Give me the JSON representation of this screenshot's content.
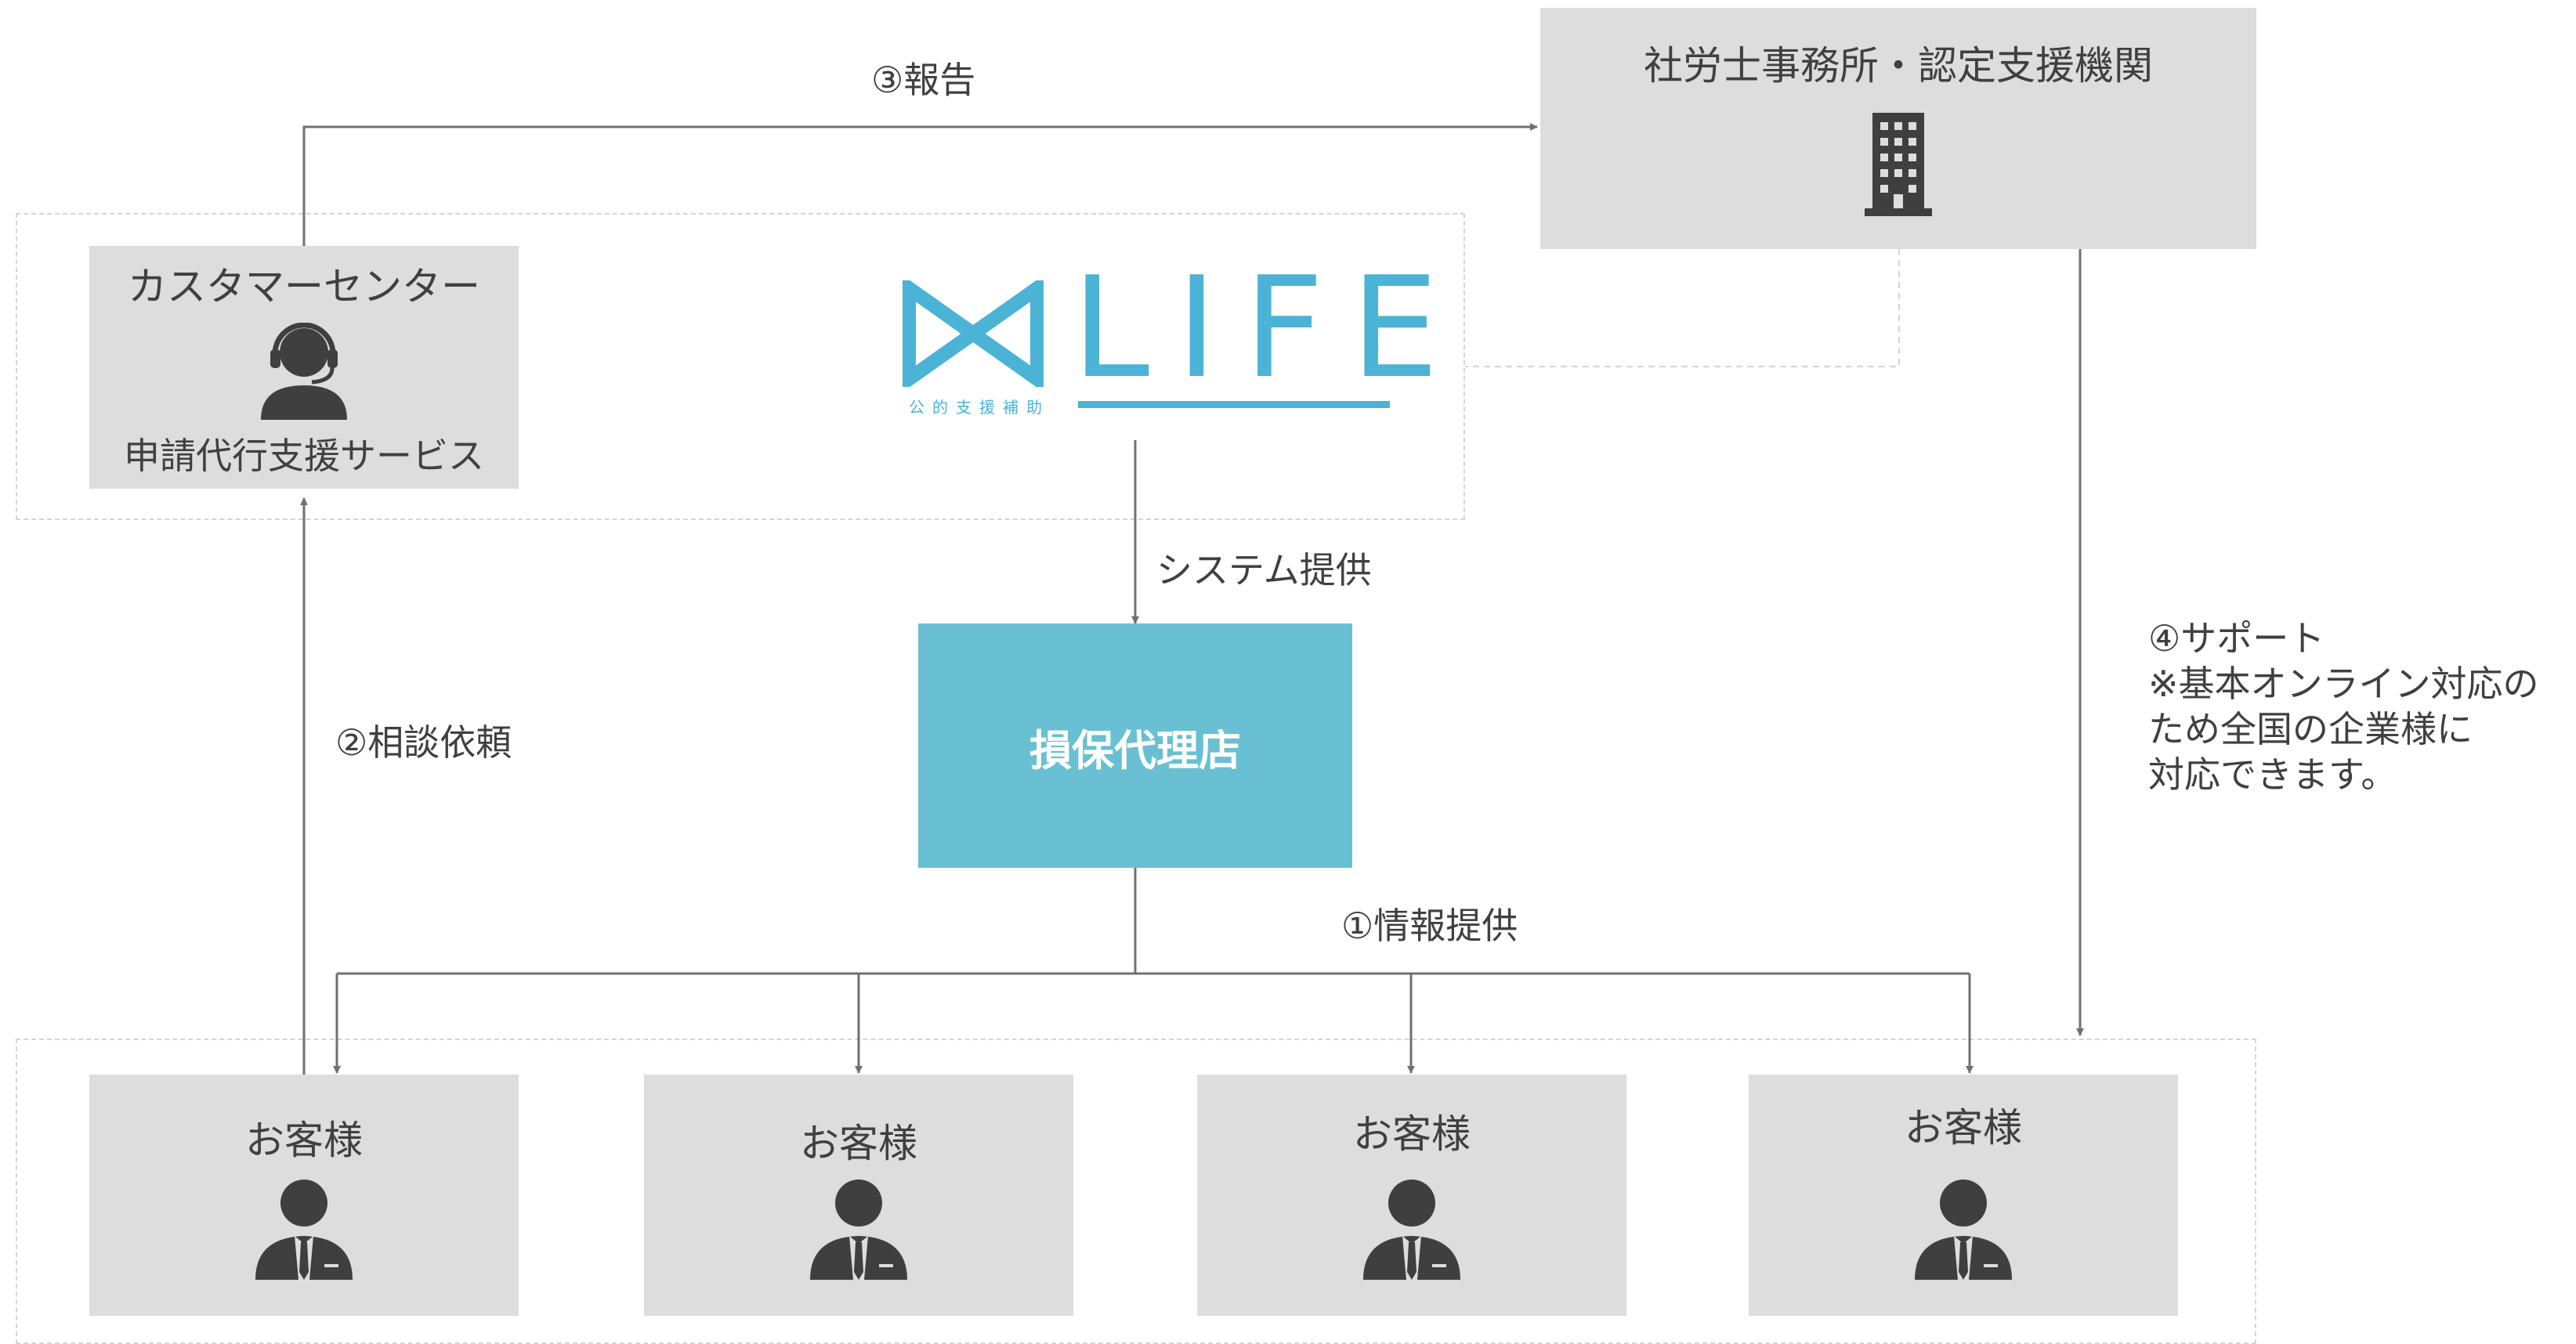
{
  "nodes": {
    "sharoushi": {
      "label": "社労士事務所・認定支援機関",
      "icon": "office-building-icon"
    },
    "customer_center": {
      "title": "カスタマーセンター",
      "subtitle": "申請代行支援サービス",
      "icon": "headset-operator-icon"
    },
    "logo": {
      "word": "LIFE",
      "tagline": "公的支援補助",
      "color": "#4bb3d6"
    },
    "agency": {
      "label": "損保代理店",
      "color": "#69c0d2"
    },
    "customers": [
      {
        "label": "お客様",
        "icon": "businessman-icon"
      },
      {
        "label": "お客様",
        "icon": "businessman-icon"
      },
      {
        "label": "お客様",
        "icon": "businessman-icon"
      },
      {
        "label": "お客様",
        "icon": "businessman-icon"
      }
    ]
  },
  "edges": {
    "report": "③報告",
    "consult": "②相談依頼",
    "system": "システム提供",
    "info": "①情報提供",
    "support": [
      "④サポート",
      "※基本オンライン対応の",
      "ため全国の企業様に",
      "対応できます。"
    ]
  }
}
